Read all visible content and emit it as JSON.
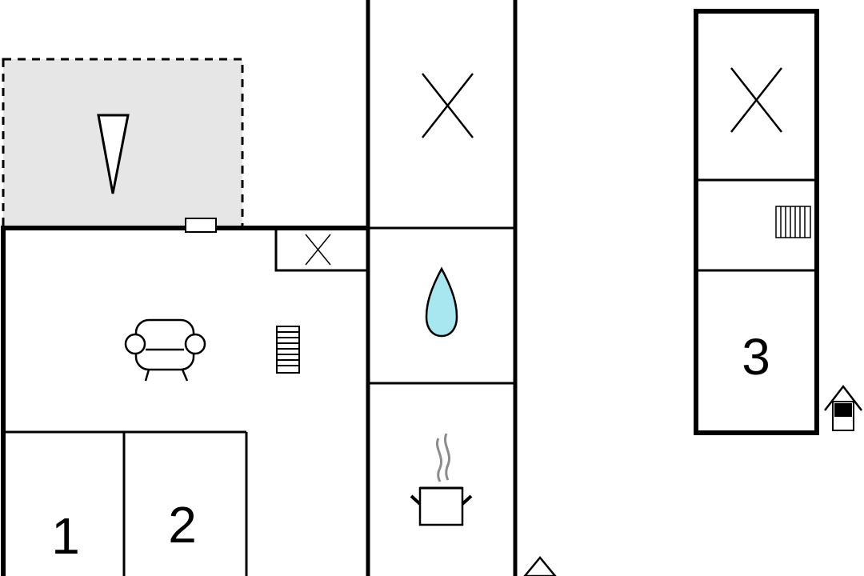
{
  "floorplan": {
    "colors": {
      "wall": "#000000",
      "terrace_fill": "#e6e6e6",
      "water_drop": "#a8e6f0",
      "steam": "#8c8c8c"
    },
    "rooms": {
      "terrace": {
        "icon": "compass-north-icon"
      },
      "closet_top": {
        "icon": "x-mark-icon"
      },
      "small_closet": {
        "icon": "x-mark-icon"
      },
      "living_room": {
        "icons": [
          "armchair-icon",
          "stairs-icon"
        ]
      },
      "bathroom": {
        "icon": "water-drop-icon"
      },
      "kitchen": {
        "icon": "cooking-pot-icon"
      },
      "bedroom_1": {
        "label": "1"
      },
      "bedroom_2": {
        "label": "2"
      },
      "annex_storage": {
        "icon": "x-mark-icon"
      },
      "annex_stairs": {
        "icon": "stairs-icon"
      },
      "bedroom_3": {
        "label": "3"
      }
    },
    "entrances": [
      "house-entrance-icon",
      "entrance-arrow-icon"
    ]
  }
}
